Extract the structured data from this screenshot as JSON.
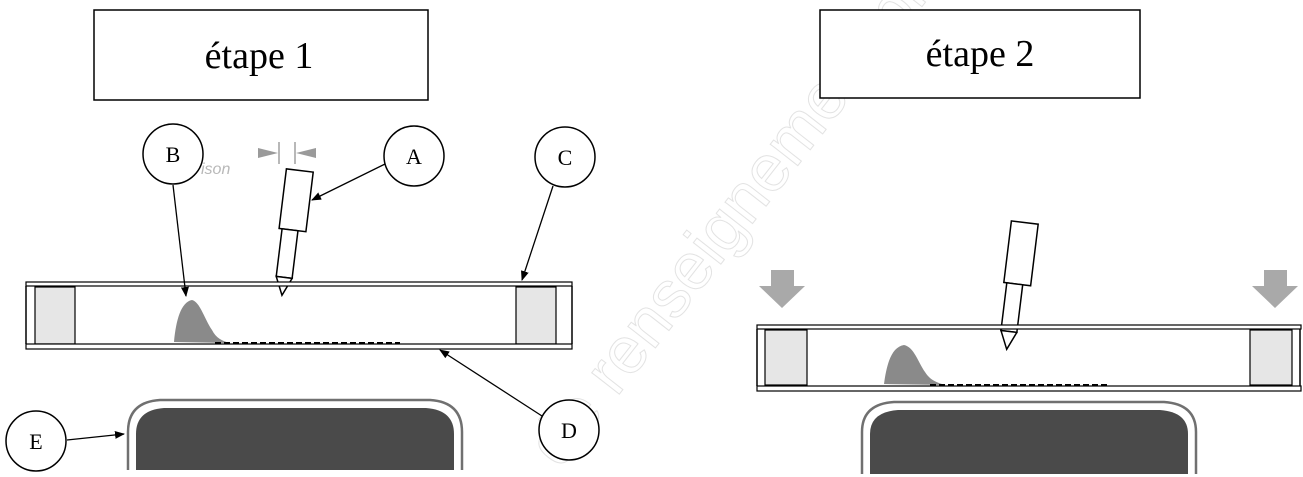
{
  "steps": {
    "step1_title": "étape 1",
    "step2_title": "étape 2"
  },
  "callouts": {
    "a": "A",
    "b": "B",
    "c": "C",
    "d": "D",
    "e": "E"
  },
  "fragment_text": "ison",
  "watermark_text": "de renseignement prof",
  "colors": {
    "stroke": "#000000",
    "sample_gray": "#8a8a8a",
    "plate_dark": "#4a4a4a",
    "plate_border": "#707070",
    "spacer_fill": "#e6e6e6",
    "arrow_gray": "#a9a9a9"
  }
}
